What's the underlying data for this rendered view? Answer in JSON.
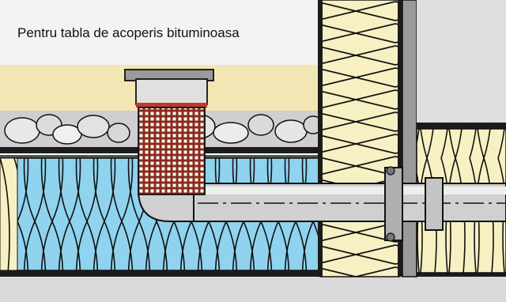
{
  "caption": {
    "text": "Pentru tabla de acoperis bituminoasa"
  },
  "colors": {
    "sky": "#f3f3f3",
    "sand": "#f2e6b4",
    "insulation_blue": "#8fd3ef",
    "mineral_wool": "#f7f0c2",
    "gravel": "#d6d6d6",
    "pipe": "#d0d0d0",
    "outline": "#111111"
  },
  "components": [
    "roof-drain",
    "drain-strainer",
    "horizontal-drain-pipe",
    "gravel-layer",
    "thermal-insulation",
    "bituminous-membrane",
    "wall-insulation",
    "facade-insulation",
    "pipe-sleeve"
  ]
}
